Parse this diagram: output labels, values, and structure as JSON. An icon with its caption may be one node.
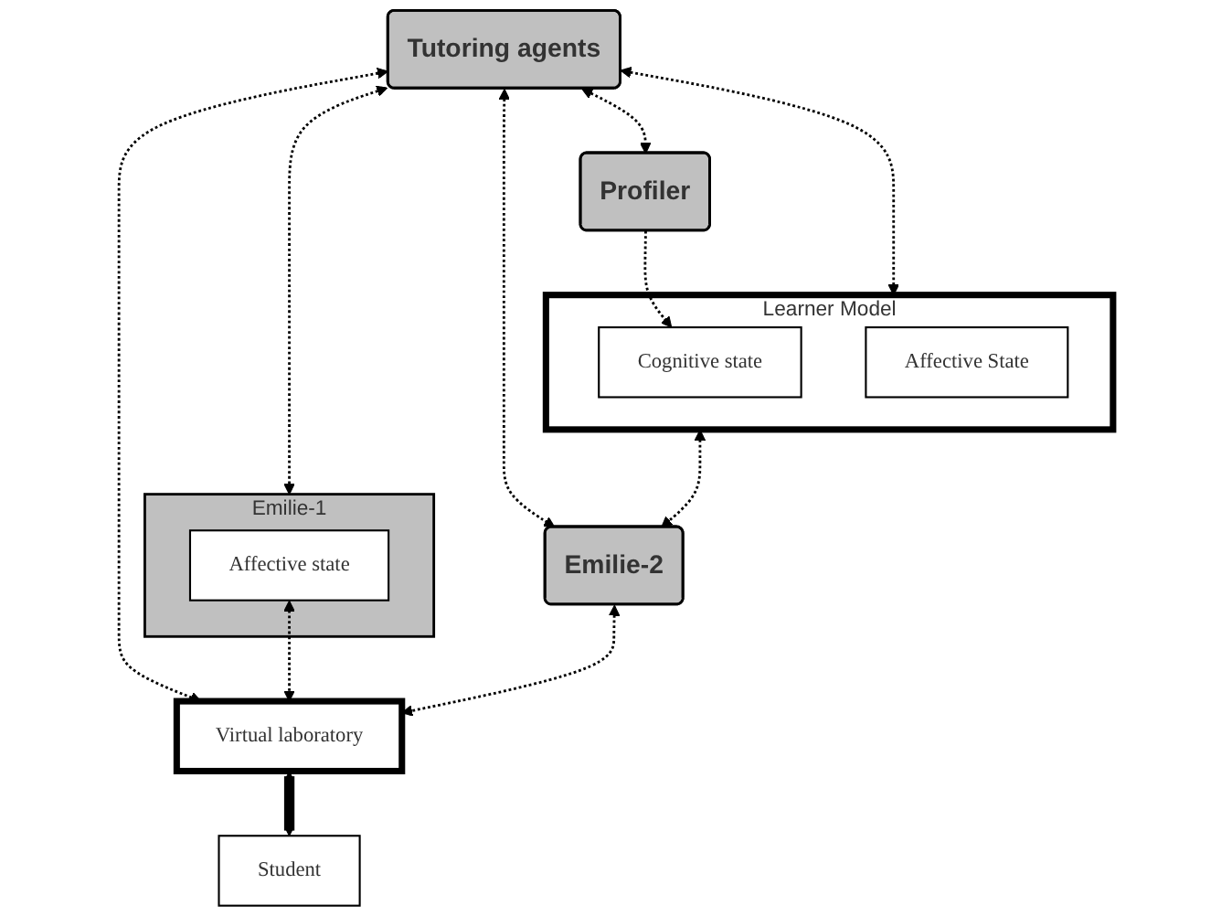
{
  "diagram": {
    "nodes": [
      {
        "text": [
          "Profiler"
        ]
      },
      {
        "text": [
          "Tutoring agents"
        ]
      },
      {
        "text": [
          "Learner Model"
        ]
      },
      {
        "text": [
          "Cognitive state"
        ],
        "in": 2
      },
      {
        "text": [
          "Affective State"
        ],
        "in": 2
      },
      {
        "text": [
          "Emilie-1"
        ]
      },
      {
        "text": [
          "Affective state"
        ],
        "in": 5
      },
      {
        "text": [
          "Emilie-2"
        ]
      },
      {
        "text": [
          "Virtual laboratory"
        ]
      },
      {
        "text": [
          "Student"
        ]
      }
    ],
    "edges": [
      {
        "from": 1,
        "to": 0,
        "arrow": "both",
        "style": "dashed"
      },
      {
        "from": 0,
        "to": 3,
        "arrow": "to",
        "style": "dashed"
      },
      {
        "from": 1,
        "to": 2,
        "arrow": "both",
        "style": "dashed"
      },
      {
        "from": 1,
        "to": 7,
        "arrow": "both",
        "style": "dashed"
      },
      {
        "from": 1,
        "to": 8,
        "arrow": "both",
        "style": "dashed"
      },
      {
        "from": 1,
        "to": 5,
        "arrow": "both",
        "style": "dashed"
      },
      {
        "from": 2,
        "to": 7,
        "arrow": "both",
        "style": "dashed"
      },
      {
        "from": 6,
        "to": 8,
        "arrow": "both",
        "style": "dashed"
      },
      {
        "from": 7,
        "to": 8,
        "arrow": "both",
        "style": "dashed"
      },
      {
        "from": 8,
        "to": 9,
        "arrow": "both",
        "style": "thick"
      }
    ]
  }
}
